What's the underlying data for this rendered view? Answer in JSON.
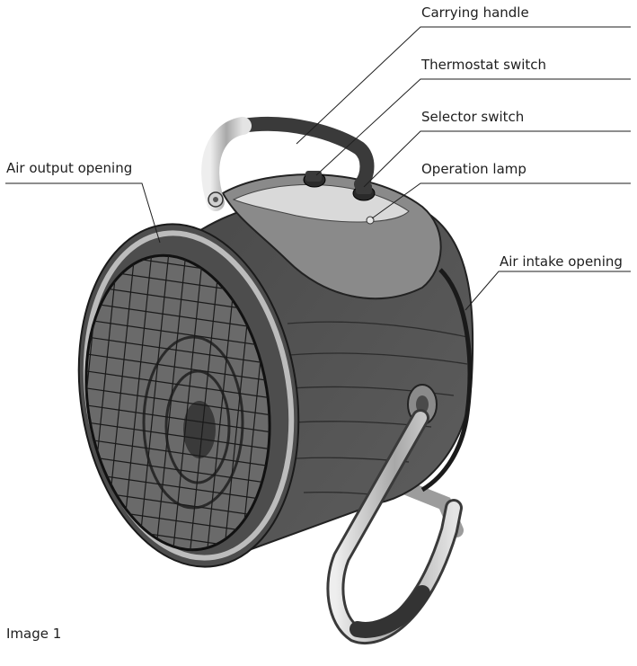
{
  "labels": {
    "carrying_handle": "Carrying handle",
    "thermostat_switch": "Thermostat switch",
    "selector_switch": "Selector switch",
    "operation_lamp": "Operation lamp",
    "air_intake_opening": "Air intake opening",
    "air_output_opening": "Air output opening"
  },
  "caption": "Image 1",
  "colors": {
    "ink": "#1e1e1e",
    "body": "#555555",
    "body_dark": "#333333",
    "metal": "#bdbdbd"
  }
}
